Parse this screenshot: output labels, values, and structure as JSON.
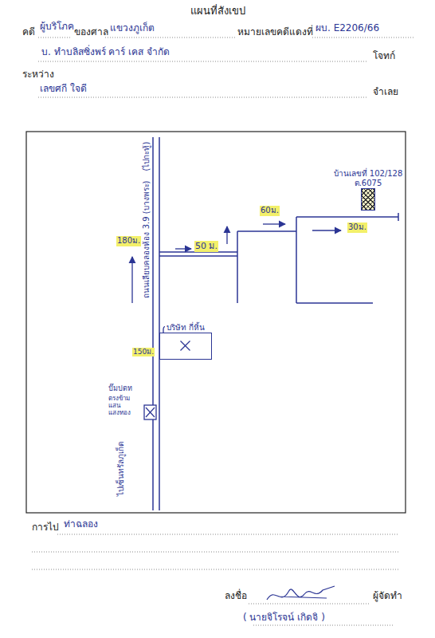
{
  "diagram": {
    "title": "แผนที่สังเขป",
    "nodes": [
      {
        "text": [
          "บ้านเลขที่ 102/128 ต.6075"
        ]
      },
      {
        "text": [
          "บริษัท กี่หิ้น"
        ]
      }
    ],
    "labels": [
      "คดี",
      "ผู้บริโภค",
      "ของศาล",
      "แขวงภูเก็ต",
      "หมายเลขคดีแดงที่",
      "ผบ. E2206/66",
      "บ. ทำบลิสซิ่งพร์ คาร์ เคส จำกัด",
      "โจทก์",
      "ระหว่าง",
      "เลขศกี ใจดี",
      "จำเลย",
      "(ไปกะทู้)",
      "ถนนเลียบคลองห้อง 3.9 (บางพระ)",
      "180ม.",
      "50 ม.",
      "60ม.",
      "30ม.",
      "150ม.",
      "ปั๊มปตท",
      "ตรงข้าม แสนแสงทอง",
      "ไปเซ็นทรัลภูเก็ต",
      "การไป",
      "ท่าฉลอง",
      "ลงชื่อ",
      "ผู้จัดทำ",
      "( นายจิโรจน์ เกิดจิ )"
    ]
  }
}
